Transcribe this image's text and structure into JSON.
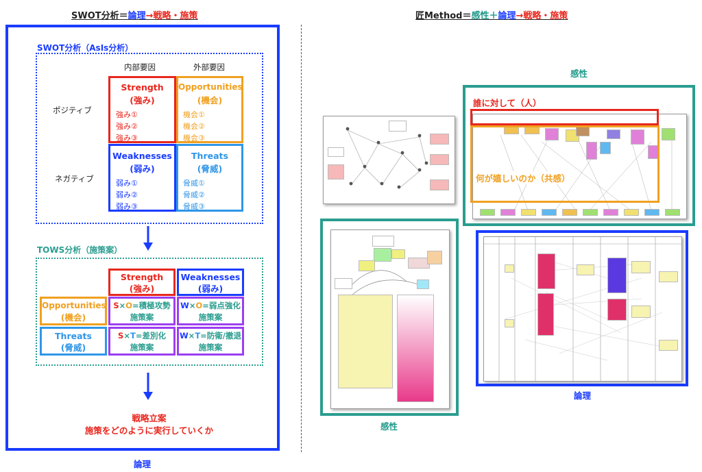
{
  "left": {
    "title_parts": [
      "SWOT分析＝",
      "論理",
      "→戦略・施策"
    ],
    "swot": {
      "title": "SWOT分析（AsIs分析）",
      "col_internal": "内部要因",
      "col_external": "外部要因",
      "row_positive": "ポジティブ",
      "row_negative": "ネガティブ",
      "strength": {
        "head": "Strength",
        "sub": "(強み)",
        "items": [
          "強み①",
          "強み②",
          "強み③"
        ]
      },
      "opportunities": {
        "head": "Opportunities",
        "sub": "(機会)",
        "items": [
          "機会①",
          "機会②",
          "機会③"
        ]
      },
      "weaknesses": {
        "head": "Weaknesses",
        "sub": "(弱み)",
        "items": [
          "弱み①",
          "弱み②",
          "弱み③"
        ]
      },
      "threats": {
        "head": "Threats",
        "sub": "(脅威)",
        "items": [
          "脅威①",
          "脅威②",
          "脅威③"
        ]
      }
    },
    "tows": {
      "title": "TOWS分析（施策案）",
      "strength": {
        "head": "Strength",
        "sub": "(強み)"
      },
      "weaknesses": {
        "head": "Weaknesses",
        "sub": "(弱み)"
      },
      "opportunities": {
        "head": "Opportunities",
        "sub": "(機会)"
      },
      "threats": {
        "head": "Threats",
        "sub": "(脅威)"
      },
      "so": {
        "s": "S",
        "x": "×",
        "o": "O",
        "rest": "=積極攻勢",
        "sub": "施策案"
      },
      "wo": {
        "w": "W",
        "x": "×",
        "o": "O",
        "rest": "=弱点強化",
        "sub": "施策案"
      },
      "st": {
        "s": "S",
        "x": "×",
        "t": "T",
        "rest": "=差別化",
        "sub": "施策案"
      },
      "wt": {
        "w": "W",
        "x": "×",
        "t": "T",
        "rest": "=防衛/撤退",
        "sub": "施策案"
      }
    },
    "strategy": {
      "line1": "戦略立案",
      "line2": "施策をどのように実行していくか"
    },
    "footer": "論理"
  },
  "right": {
    "title_parts": [
      "匠Method＝",
      "感性",
      "＋",
      "論理",
      "→戦略・施策"
    ],
    "kansei_top": "感性",
    "who": "誰に対して（人）",
    "what": "何が嬉しいのか（共感）",
    "kansei_bottom": "感性",
    "ronri": "論理"
  },
  "colors": {
    "blue": "#1a3cff",
    "red": "#e8261d",
    "orange": "#f0a020",
    "lightblue": "#2f96e8",
    "purple": "#9c3ef0",
    "teal": "#2a9d8f",
    "green": "#1f9a8a"
  }
}
